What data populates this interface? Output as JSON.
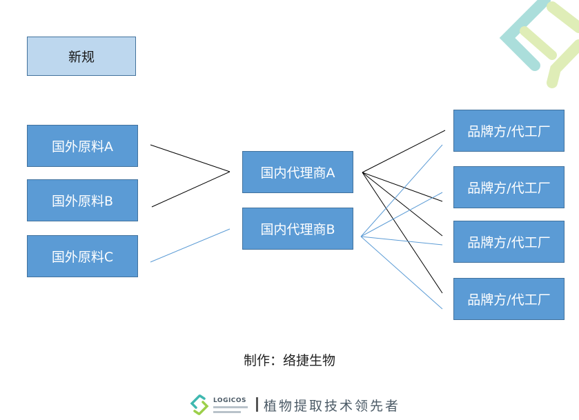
{
  "new_label": "新规",
  "sources": [
    "国外原料A",
    "国外原料B",
    "国外原料C"
  ],
  "agents": [
    "国内代理商A",
    "国内代理商B"
  ],
  "brands": [
    "品牌方/代工厂",
    "品牌方/代工厂",
    "品牌方/代工厂",
    "品牌方/代工厂"
  ],
  "credit": "制作：络捷生物",
  "footer": {
    "logo_name": "LOGICOS",
    "slogan": "植物提取技术领先者"
  },
  "colors": {
    "box_fill": "#5b9bd5",
    "box_border": "#41719c",
    "new_fill": "#bdd7ee",
    "line_black": "#000000",
    "line_blue": "#5b9bd5",
    "deco_teal": "#8fd3d0",
    "deco_lime": "#d5e8a0"
  }
}
